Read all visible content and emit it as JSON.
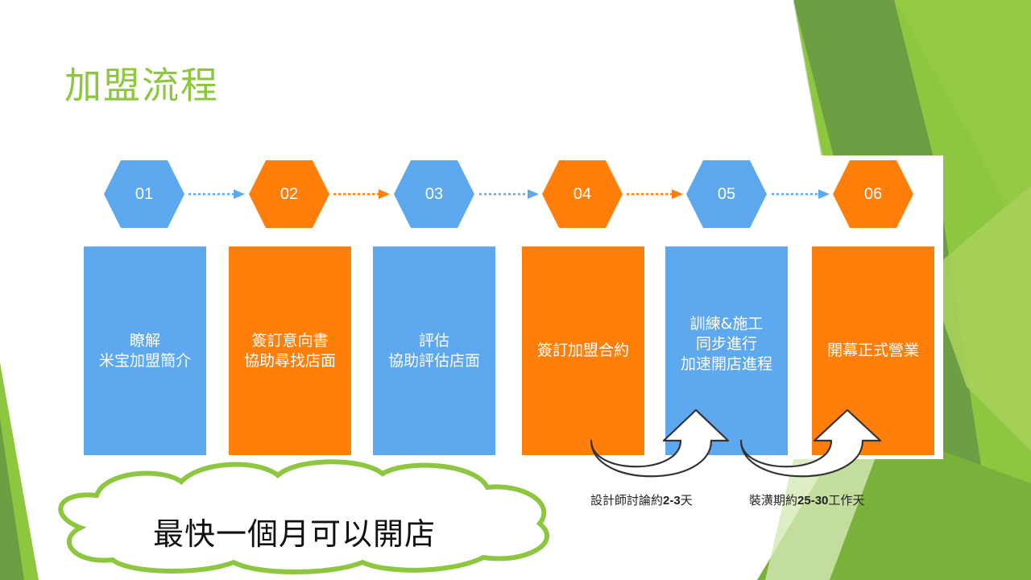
{
  "slide": {
    "title": "加盟流程",
    "accent_color": "#8dc63f"
  },
  "steps": [
    {
      "num": "01",
      "color": "blue",
      "line1": "瞭解",
      "line2": "米宝加盟簡介",
      "line3": ""
    },
    {
      "num": "02",
      "color": "orange",
      "line1": "簽訂意向書",
      "line2": "協助尋找店面",
      "line3": ""
    },
    {
      "num": "03",
      "color": "blue",
      "line1": "評估",
      "line2": "協助評估店面",
      "line3": ""
    },
    {
      "num": "04",
      "color": "orange",
      "line1": "簽訂加盟合約",
      "line2": "",
      "line3": ""
    },
    {
      "num": "05",
      "color": "blue",
      "line1": "訓練&施工",
      "line2": "同步進行",
      "line3": "加速開店進程"
    },
    {
      "num": "06",
      "color": "orange",
      "line1": "開幕正式營業",
      "line2": "",
      "line3": ""
    }
  ],
  "notes": {
    "design_prefix": "設計師討論約",
    "design_value": "2-3",
    "design_suffix": "天",
    "reno_prefix": "裝潢期約",
    "reno_value": "25-30",
    "reno_suffix": "工作天"
  },
  "cloud": {
    "text": "最快一個月可以開店"
  },
  "colors": {
    "blue": "#5ea8f0",
    "orange": "#ff7f0a",
    "green": "#8dc63f"
  }
}
